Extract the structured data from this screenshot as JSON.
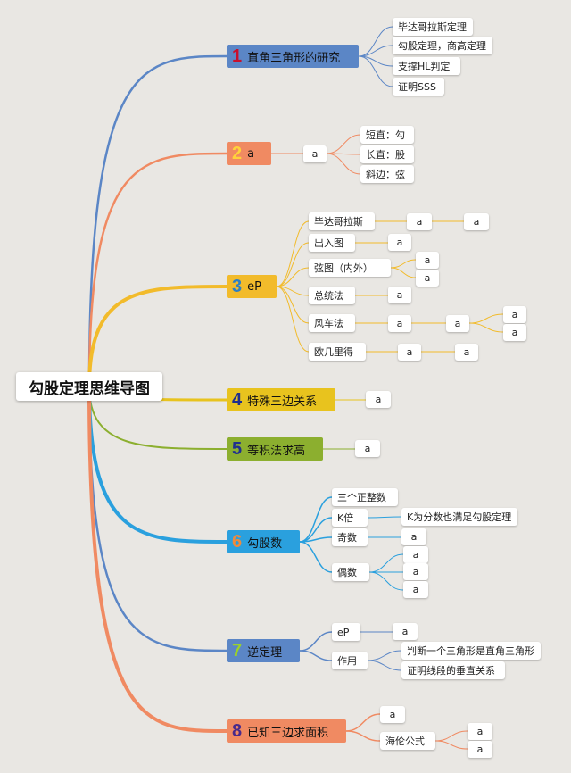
{
  "root": {
    "label": "勾股定理思维导图"
  },
  "colors": {
    "b1": "#5b86c6",
    "b2": "#f08a62",
    "b3": "#f2bb2b",
    "b4": "#e8c31e",
    "b5": "#8caf2f",
    "b6": "#2aa0de",
    "b7": "#5b86c6",
    "b8": "#f08a62"
  },
  "branches": [
    {
      "num": "1",
      "numColor": "#c8102e",
      "label": "直角三角形的研究",
      "children": [
        {
          "label": "毕达哥拉斯定理"
        },
        {
          "label": "勾股定理，商高定理"
        },
        {
          "label": "支撑HL判定"
        },
        {
          "label": "证明SSS"
        }
      ]
    },
    {
      "num": "2",
      "numColor": "#ffd23a",
      "label": "a",
      "children": [
        {
          "label": "a",
          "children": [
            {
              "label": "短直：勾"
            },
            {
              "label": "长直：股"
            },
            {
              "label": "斜边：弦"
            }
          ]
        }
      ]
    },
    {
      "num": "3",
      "numColor": "#2e7fc3",
      "label": "eP",
      "children": [
        {
          "label": "毕达哥拉斯",
          "children": [
            {
              "label": "a",
              "children": [
                {
                  "label": "a"
                }
              ]
            }
          ]
        },
        {
          "label": "出入图",
          "children": [
            {
              "label": "a"
            }
          ]
        },
        {
          "label": "弦图（内外）",
          "children": [
            {
              "label": "a"
            },
            {
              "label": "a"
            }
          ]
        },
        {
          "label": "总统法",
          "children": [
            {
              "label": "a"
            }
          ]
        },
        {
          "label": "风车法",
          "children": [
            {
              "label": "a",
              "children": [
                {
                  "label": "a",
                  "children": [
                    {
                      "label": "a"
                    },
                    {
                      "label": "a"
                    }
                  ]
                }
              ]
            }
          ]
        },
        {
          "label": "欧几里得",
          "children": [
            {
              "label": "a",
              "children": [
                {
                  "label": "a"
                }
              ]
            }
          ]
        }
      ]
    },
    {
      "num": "4",
      "numColor": "#1f2f8f",
      "label": "特殊三边关系",
      "children": [
        {
          "label": "a"
        }
      ]
    },
    {
      "num": "5",
      "numColor": "#1f2f8f",
      "label": "等积法求高",
      "children": [
        {
          "label": "a"
        }
      ]
    },
    {
      "num": "6",
      "numColor": "#f08a3c",
      "label": "勾股数",
      "children": [
        {
          "label": "三个正整数"
        },
        {
          "label": "K倍",
          "children": [
            {
              "label": "K为分数也满足勾股定理"
            }
          ]
        },
        {
          "label": "奇数",
          "children": [
            {
              "label": "a"
            }
          ]
        },
        {
          "label": "偶数",
          "children": [
            {
              "label": "a"
            },
            {
              "label": "a"
            },
            {
              "label": "a"
            }
          ]
        }
      ]
    },
    {
      "num": "7",
      "numColor": "#9ad22a",
      "label": "逆定理",
      "children": [
        {
          "label": "eP",
          "children": [
            {
              "label": "a"
            }
          ]
        },
        {
          "label": "作用",
          "children": [
            {
              "label": "判断一个三角形是直角三角形"
            },
            {
              "label": "证明线段的垂直关系"
            }
          ]
        }
      ]
    },
    {
      "num": "8",
      "numColor": "#4a2a8a",
      "label": "已知三边求面积",
      "children": [
        {
          "label": "a"
        },
        {
          "label": "海伦公式",
          "children": [
            {
              "label": "a"
            },
            {
              "label": "a"
            }
          ]
        }
      ]
    }
  ]
}
